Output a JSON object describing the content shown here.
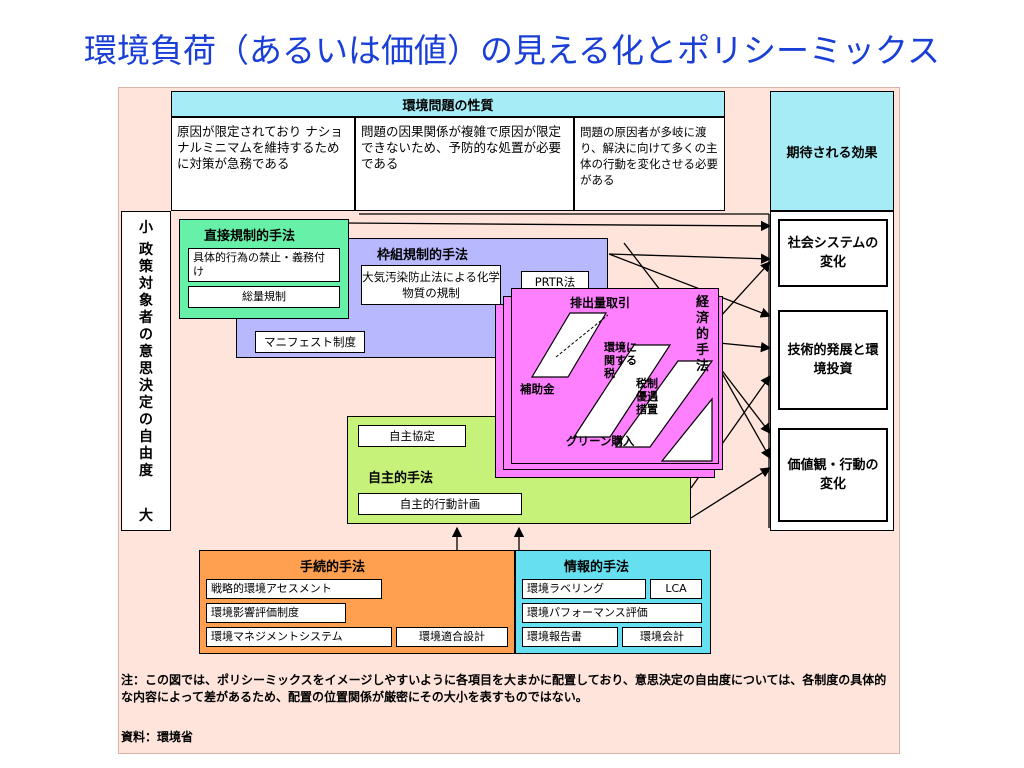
{
  "title": "環境負荷（あるいは価値）の見える化とポリシーミックス",
  "header": {
    "nature_title": "環境問題の性質",
    "col1": "原因が限定されており ナショナルミニマムを維持するために対策が急務である",
    "col2": "問題の因果関係が複雑で原因が限定できないため、予防的な処置が必要である",
    "col3": "問題の原因者が多岐に渡り、解決に向けて多くの主体の行動を変化させる必要がある",
    "expected": "期待される効果"
  },
  "axis": {
    "small": "小",
    "large": "大",
    "label": "政策対象者の意思決定の自由度"
  },
  "direct": {
    "title": "直接規制的手法",
    "item1": "具体的行為の禁止・義務付け",
    "item2": "総量規制"
  },
  "framework": {
    "title": "枠組規制的手法",
    "item1": "大気汚染防止法による化学物質の規制",
    "item2": "PRTR法",
    "item3": "マニフェスト制度"
  },
  "economic": {
    "title": "経済的手法",
    "trading": "排出量取引",
    "tax": "環境に関する税",
    "subsidy": "補助金",
    "preferential": "税制優遇措置",
    "green": "グリーン購入"
  },
  "voluntary": {
    "title": "自主的手法",
    "agreement": "自主協定",
    "plan": "自主的行動計画"
  },
  "effects": {
    "e1": "社会システムの変化",
    "e2": "技術的発展と環境投資",
    "e3": "価値観・行動の変化"
  },
  "procedural": {
    "title": "手続的手法",
    "i1": "戦略的環境アセスメント",
    "i2": "環境影響評価制度",
    "i3": "環境マネジメントシステム",
    "i4": "環境適合設計"
  },
  "informational": {
    "title": "情報的手法",
    "i1": "環境ラベリング",
    "i2": "LCA",
    "i3": "環境パフォーマンス評価",
    "i4": "環境報告書",
    "i5": "環境会計"
  },
  "note": {
    "prefix": "注：",
    "text": "この図では、ポリシーミックスをイメージしやすいように各項目を大まかに配置しており、意思決定の自由度については、各制度の具体的な内容によって差があるため、配置の位置関係が厳密にその大小を表すものではない。",
    "source": "資料：環境省"
  },
  "colors": {
    "title": "#1a3fd6",
    "background": "#ffe4dc",
    "header": "#a6ecf6",
    "direct": "#66f0a8",
    "framework": "#b8b8ff",
    "economic": "#ff80ff",
    "voluntary": "#c6f27a",
    "procedural": "#ffa050",
    "informational": "#66e0f0"
  }
}
